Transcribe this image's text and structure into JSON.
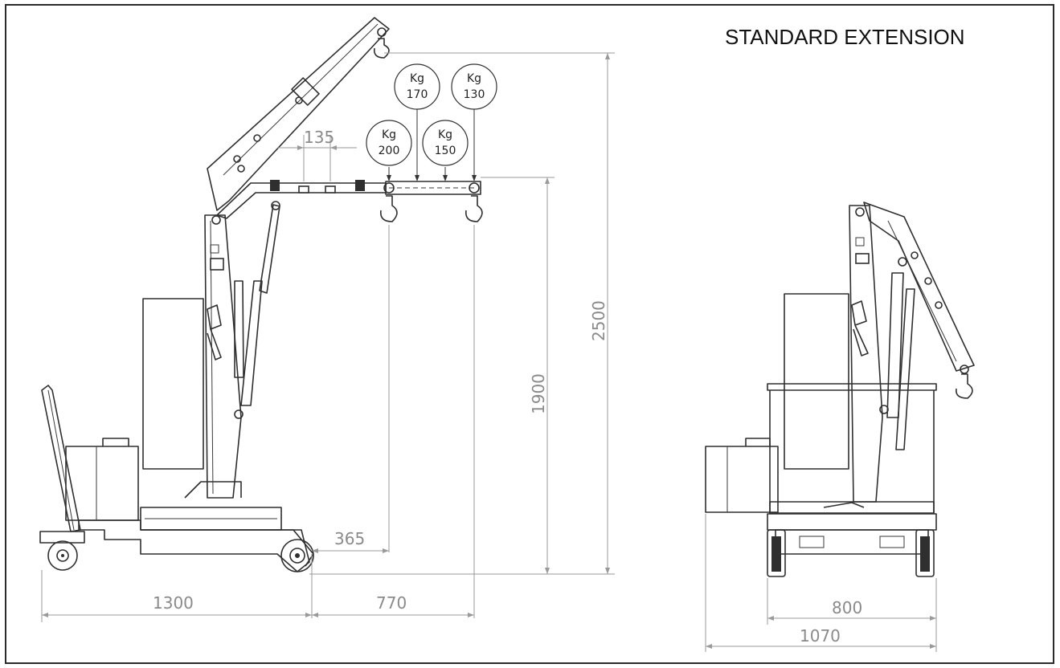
{
  "title": "STANDARD EXTENSION",
  "load_labels": [
    {
      "unit": "Kg",
      "value": "200"
    },
    {
      "unit": "Kg",
      "value": "170"
    },
    {
      "unit": "Kg",
      "value": "150"
    },
    {
      "unit": "Kg",
      "value": "130"
    }
  ],
  "dimensions": {
    "spacing": "135",
    "height_total": "2500",
    "height_hook": "1900",
    "overhang": "365",
    "base_length": "1300",
    "reach": "770",
    "inner_width": "800",
    "outer_width": "1070"
  }
}
